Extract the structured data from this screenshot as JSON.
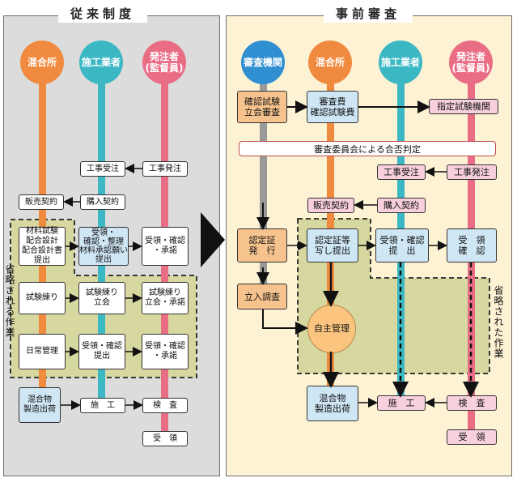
{
  "left": {
    "title": "従来制度",
    "actors": [
      "混合所",
      "施工業者",
      "発注者\n(監督員)"
    ],
    "boxes": {
      "koji_jutyu": "工事受注",
      "koji_hatchu": "工事発注",
      "hanbai": "販売契約",
      "konyu": "購入契約",
      "zairyo": "材料試験\n配合設計\n配合設計書\n提出",
      "juryo_seiri": "受領・\n確認・整理\n材料承認願い\n提出",
      "juryo_shonin": "受領・確認\n・承諾",
      "shiken_neri": "試験練り",
      "shiken_tachiai": "試験練り\n立会",
      "shiken_shodaku": "試験練り\n立会・承諾",
      "nichijo": "日常管理",
      "juryo_teishutsu": "受領・確認\n提出",
      "juryo_shodaku2": "受領・確認\n・承諾",
      "seizou": "混合物\n製造出荷",
      "seko": "施　工",
      "kensa": "検　査",
      "juryo": "受　領"
    },
    "omitted_label": "省略される作業"
  },
  "right": {
    "title": "事前審査",
    "actors": [
      "審査機関",
      "混合所",
      "施工業者",
      "発注者\n(監督員)"
    ],
    "boxes": {
      "kakunin_shiken": "確認試験\n立会審査",
      "shinsahi": "審査費\n確認試験費",
      "shitei": "指定試験機関",
      "koji_jutyu": "工事受注",
      "koji_hatchu": "工事発注",
      "hanbai": "販売契約",
      "konyu": "購入契約",
      "nintei_hakko": "認定証\n発　行",
      "nintei_teishutsu": "認定証等\n写し提出",
      "juryo_kakunin": "受領・確認\n提　出",
      "juryo_kakunin2": "受　領\n確　認",
      "tachiiri": "立入調査",
      "jishu": "自主管理",
      "seizou": "混合物\n製造出荷",
      "seko": "施　工",
      "kensa": "検　査",
      "juryo": "受　領"
    },
    "assessment": "審査委員会による合否判定",
    "omitted_label": "省略された作業"
  },
  "colors": {
    "orange": "#f08a3e",
    "teal": "#3cb8c4",
    "pink": "#ea6d86",
    "blue": "#2f8fd0",
    "gray": "#9a9a9a",
    "olive_fill": "#d7d7a0"
  }
}
